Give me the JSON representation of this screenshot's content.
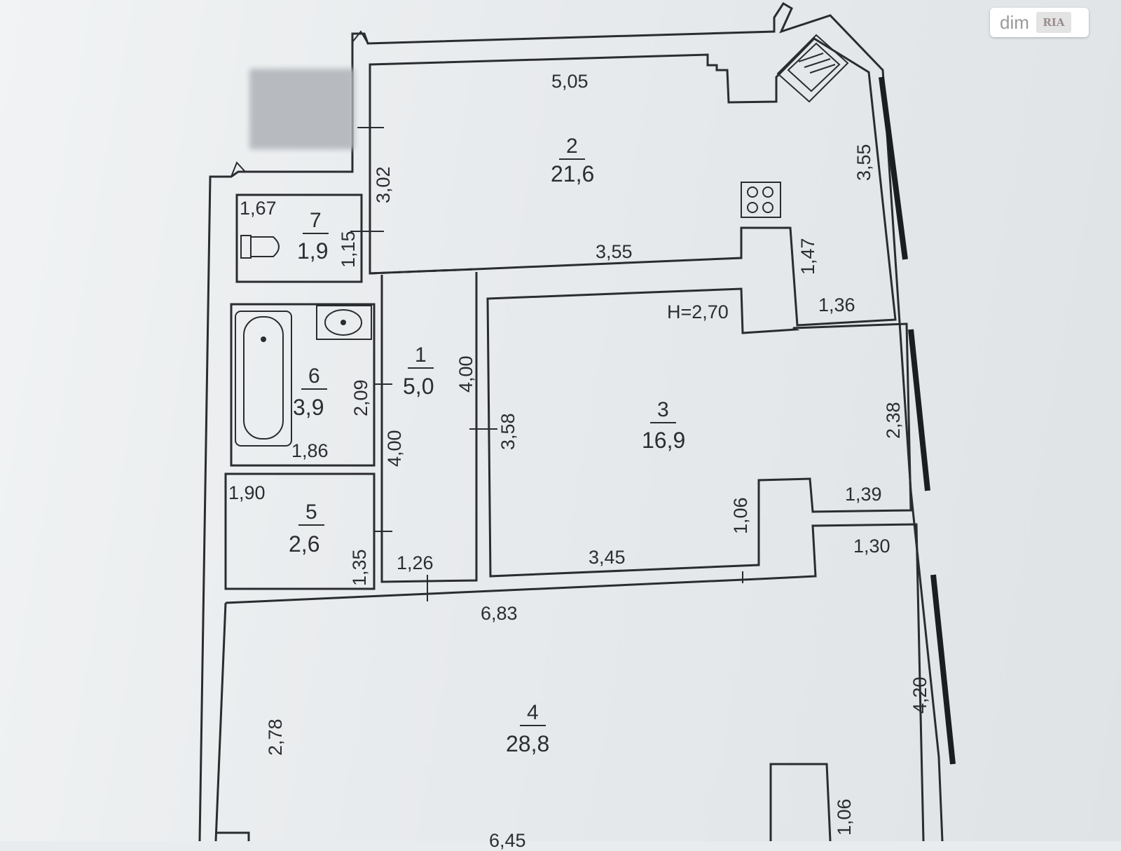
{
  "watermark": {
    "brand": "dim",
    "badge": "RIA"
  },
  "ceiling_height": "H=2,70",
  "rooms": [
    {
      "number": "1",
      "area": "5,0"
    },
    {
      "number": "2",
      "area": "21,6"
    },
    {
      "number": "3",
      "area": "16,9"
    },
    {
      "number": "4",
      "area": "28,8"
    },
    {
      "number": "5",
      "area": "2,6"
    },
    {
      "number": "6",
      "area": "3,9"
    },
    {
      "number": "7",
      "area": "1,9"
    }
  ],
  "dimensions": {
    "kitchen_top": "5,05",
    "kitchen_right": "3,55",
    "kitchen_bottom": "3,55",
    "kitchen_left": "3,02",
    "niche_height": "1,47",
    "niche_width": "1,36",
    "wc_width": "1,67",
    "wc_height": "1,15",
    "bath_height": "2,09",
    "bath_width": "1,86",
    "hall_height_right": "4,00",
    "hall_height_left": "4,00",
    "hall_width": "1,26",
    "pantry_width": "1,90",
    "pantry_height": "1,35",
    "bedroom_left": "3,58",
    "bedroom_right": "2,38",
    "bedroom_bottom": "3,45",
    "bedroom_niche_height": "1,06",
    "bedroom_niche_width": "1,39",
    "living_top": "6,83",
    "living_left": "2,78",
    "living_right": "4,20",
    "living_niche_width": "1,30",
    "living_bottom_niche": "1,06",
    "living_bottom": "6,45"
  }
}
